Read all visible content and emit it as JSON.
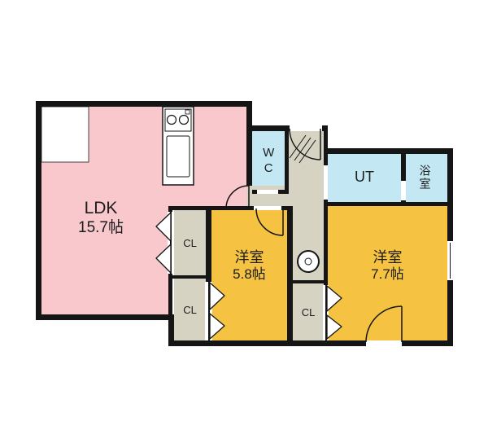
{
  "plan": {
    "rooms": {
      "ldk": {
        "name": "LDK",
        "size": "15.7帖"
      },
      "western1": {
        "name": "洋室",
        "size": "5.8帖"
      },
      "western2": {
        "name": "洋室",
        "size": "7.7帖"
      },
      "wc": {
        "name": "WC"
      },
      "ut": {
        "name": "UT"
      },
      "bath": {
        "name": "浴室"
      },
      "closet1": {
        "name": "CL"
      },
      "closet2": {
        "name": "CL"
      },
      "closet3": {
        "name": "CL"
      }
    },
    "colors": {
      "ldk": "#f9c8cd",
      "western": "#f5c242",
      "water": "#c3e8f4",
      "hall": "#d6d3c2",
      "wall": "#151515",
      "bg": "#ffffff"
    },
    "symbols": [
      "stove-icon",
      "kitchen-sink",
      "entrance-door-arc",
      "door-swing-arc",
      "closet-door-triangle",
      "washing-machine-icon",
      "entrance-step-hatch",
      "window-opening"
    ]
  }
}
